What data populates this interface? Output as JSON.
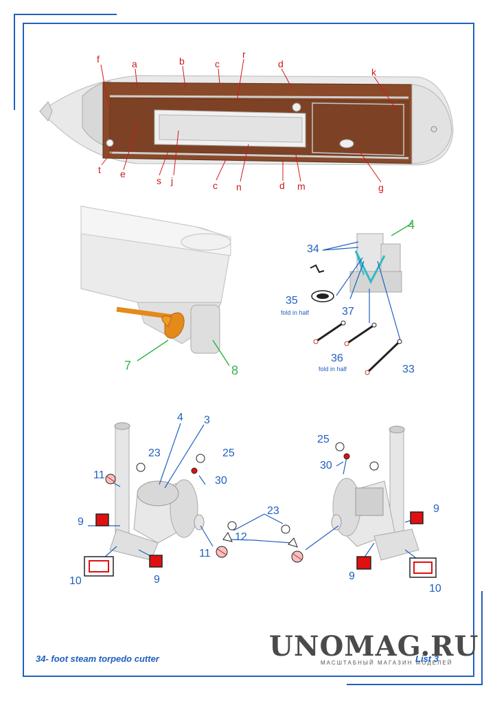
{
  "labels": {
    "top_red": [
      "f",
      "a",
      "b",
      "c",
      "r",
      "d",
      "k",
      "t",
      "e",
      "s",
      "j",
      "c",
      "n",
      "d",
      "m",
      "g"
    ],
    "stern": {
      "seven": "7",
      "eight": "8"
    },
    "engine": {
      "four": "4",
      "thirty_four": "34",
      "thirty_five": "35",
      "fold1": "fold in half",
      "thirty_seven": "37",
      "thirty_six": "36",
      "fold2": "fold in half",
      "thirty_three": "33"
    },
    "left_boiler": {
      "four": "4",
      "three": "3",
      "twenty_three": "23",
      "twenty_five": "25",
      "eleven_a": "11",
      "thirty": "30",
      "nine_a": "9",
      "nine_b": "9",
      "ten": "10",
      "eleven_b": "11"
    },
    "middle": {
      "twenty_three": "23",
      "twelve": "12"
    },
    "right_boiler": {
      "twenty_five": "25",
      "thirty": "30",
      "nine_a": "9",
      "nine_b": "9",
      "ten": "10"
    }
  },
  "footer": {
    "title": "34- foot steam torpedo cutter",
    "brand": "UNOMAG.RU",
    "brand_sub": "МАСШТАБНЫЙ МАГАЗИН МОДЕЛЕЙ",
    "sheet": "List 3"
  },
  "colors": {
    "frame": "#1f5fbf",
    "deck": "#8a4a2a",
    "label_red": "#d01818",
    "label_blue": "#1f5fbf",
    "label_green": "#34b34a",
    "part_red": "#e01010",
    "part_orange": "#e38a1a"
  }
}
